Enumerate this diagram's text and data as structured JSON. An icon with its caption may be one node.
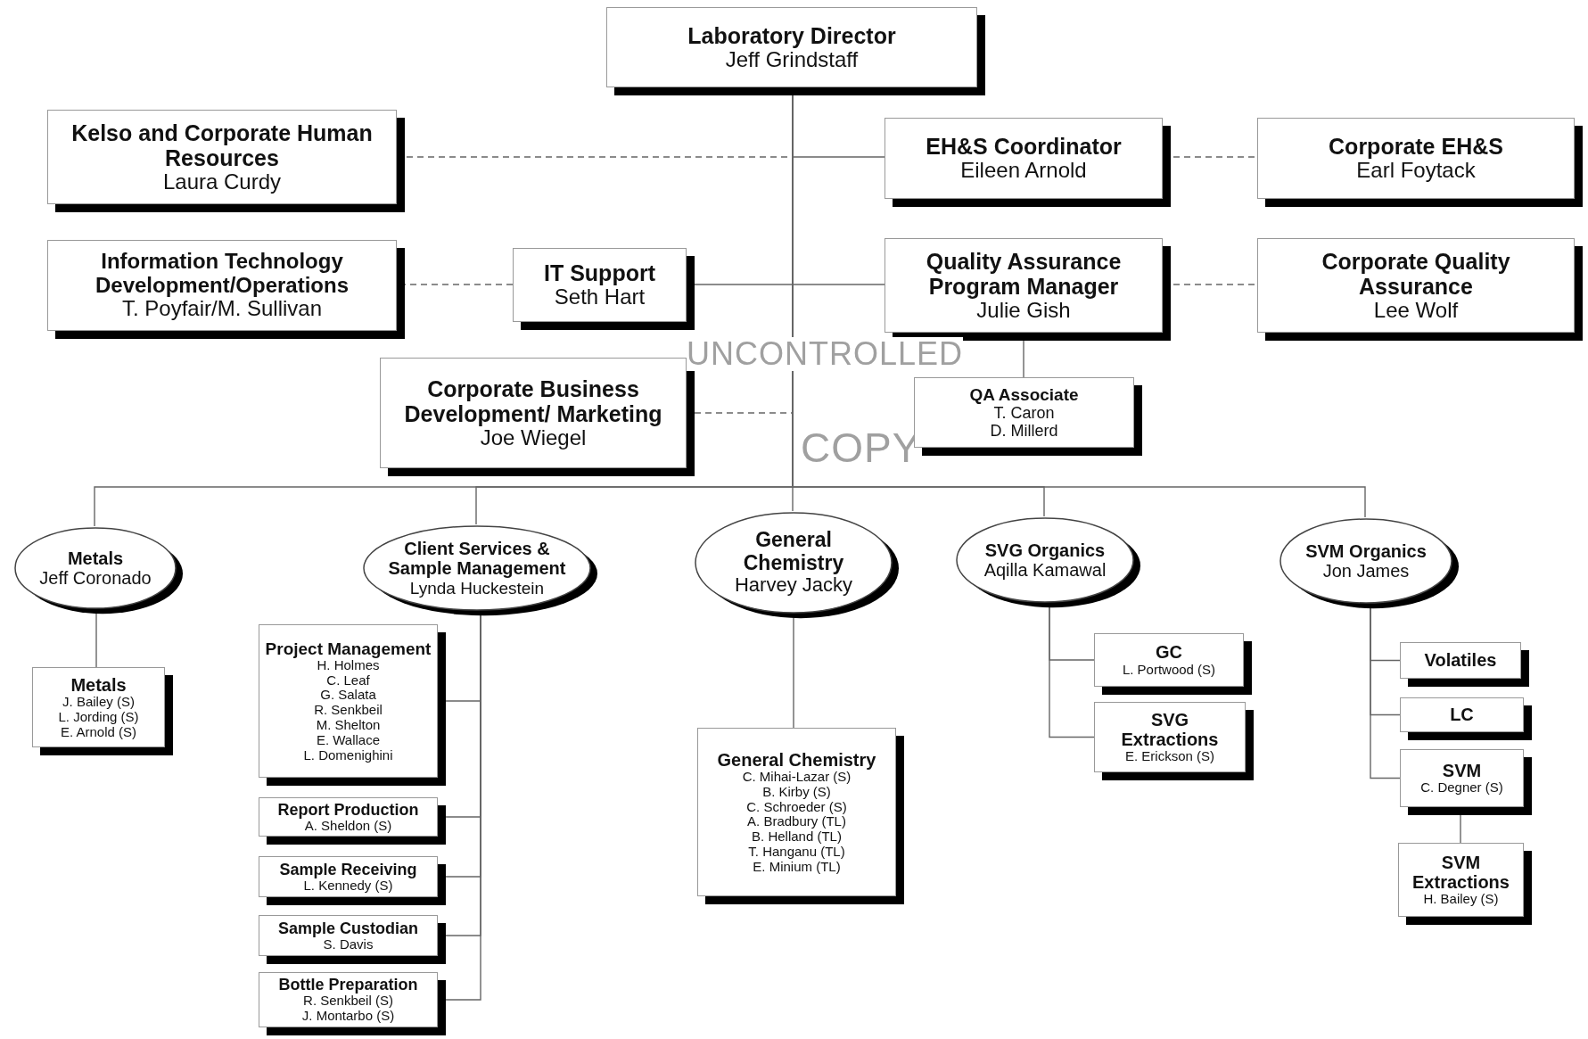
{
  "diagram": {
    "nodes": [
      {
        "text": [
          "Laboratory Director",
          "Jeff Grindstaff"
        ]
      },
      {
        "text": [
          "Kelso and Corporate Human Resources",
          "Laura Curdy"
        ]
      },
      {
        "text": [
          "EH&S Coordinator",
          "Eileen Arnold"
        ]
      },
      {
        "text": [
          "Corporate EH&S",
          "Earl Foytack"
        ]
      },
      {
        "text": [
          "Information Technology Development/Operations",
          "T. Poyfair/M. Sullivan"
        ]
      },
      {
        "text": [
          "IT Support",
          "Seth Hart"
        ]
      },
      {
        "text": [
          "Quality Assurance Program Manager",
          "Julie Gish"
        ]
      },
      {
        "text": [
          "Corporate Quality Assurance",
          "Lee Wolf"
        ]
      },
      {
        "text": [
          "Corporate Business Development/ Marketing",
          "Joe Wiegel"
        ]
      },
      {
        "text": [
          "QA Associate",
          "T. Caron",
          "D. Millerd"
        ]
      },
      {
        "text": [
          "Metals",
          "Jeff Coronado"
        ]
      },
      {
        "text": [
          "Client Services & Sample Management",
          "Lynda Huckestein"
        ]
      },
      {
        "text": [
          "General Chemistry",
          "Harvey Jacky"
        ]
      },
      {
        "text": [
          "SVG Organics",
          "Aqilla Kamawal"
        ]
      },
      {
        "text": [
          "SVM Organics",
          "Jon James"
        ]
      },
      {
        "text": [
          "Metals",
          "J. Bailey (S)",
          "L. Jording (S)",
          "E. Arnold (S)"
        ]
      },
      {
        "text": [
          "Project Management",
          "H. Holmes",
          "C. Leaf",
          "G. Salata",
          "R. Senkbeil",
          "M. Shelton",
          "E. Wallace",
          "L. Domenighini"
        ]
      },
      {
        "text": [
          "Report Production",
          "A. Sheldon (S)"
        ]
      },
      {
        "text": [
          "Sample Receiving",
          "L. Kennedy (S)"
        ]
      },
      {
        "text": [
          "Sample Custodian",
          "S. Davis"
        ]
      },
      {
        "text": [
          "Bottle Preparation",
          "R. Senkbeil (S)",
          "J. Montarbo (S)"
        ]
      },
      {
        "text": [
          "General Chemistry",
          "C. Mihai-Lazar (S)",
          "B. Kirby (S)",
          "C. Schroeder (S)",
          "A. Bradbury (TL)",
          "B. Helland (TL)",
          "T. Hanganu (TL)",
          "E. Minium (TL)"
        ]
      },
      {
        "text": [
          "GC",
          "L. Portwood (S)"
        ]
      },
      {
        "text": [
          "SVG Extractions",
          "E. Erickson (S)"
        ]
      },
      {
        "text": [
          "Volatiles"
        ]
      },
      {
        "text": [
          "LC"
        ]
      },
      {
        "text": [
          "SVM",
          "C. Degner (S)"
        ]
      },
      {
        "text": [
          "SVM Extractions",
          "H. Bailey (S)"
        ]
      }
    ],
    "edges": [
      {
        "from": 0,
        "to": 1,
        "arrow": "none",
        "style": "dashed"
      },
      {
        "from": 0,
        "to": 2,
        "arrow": "none"
      },
      {
        "from": 2,
        "to": 3,
        "arrow": "none",
        "style": "dashed"
      },
      {
        "from": 0,
        "to": 5,
        "arrow": "none"
      },
      {
        "from": 5,
        "to": 4,
        "arrow": "none",
        "style": "dashed"
      },
      {
        "from": 0,
        "to": 6,
        "arrow": "none"
      },
      {
        "from": 6,
        "to": 7,
        "arrow": "none",
        "style": "dashed"
      },
      {
        "from": 6,
        "to": 9,
        "arrow": "none"
      },
      {
        "from": 0,
        "to": 8,
        "arrow": "none",
        "style": "dashed"
      },
      {
        "from": 0,
        "to": 10,
        "arrow": "none"
      },
      {
        "from": 0,
        "to": 11,
        "arrow": "none"
      },
      {
        "from": 0,
        "to": 12,
        "arrow": "none"
      },
      {
        "from": 0,
        "to": 13,
        "arrow": "none"
      },
      {
        "from": 0,
        "to": 14,
        "arrow": "none"
      },
      {
        "from": 10,
        "to": 15,
        "arrow": "none"
      },
      {
        "from": 11,
        "to": 16,
        "arrow": "none"
      },
      {
        "from": 11,
        "to": 17,
        "arrow": "none"
      },
      {
        "from": 11,
        "to": 18,
        "arrow": "none"
      },
      {
        "from": 11,
        "to": 19,
        "arrow": "none"
      },
      {
        "from": 11,
        "to": 20,
        "arrow": "none"
      },
      {
        "from": 12,
        "to": 21,
        "arrow": "none"
      },
      {
        "from": 13,
        "to": 22,
        "arrow": "none"
      },
      {
        "from": 13,
        "to": 23,
        "arrow": "none"
      },
      {
        "from": 14,
        "to": 24,
        "arrow": "none"
      },
      {
        "from": 14,
        "to": 25,
        "arrow": "none"
      },
      {
        "from": 14,
        "to": 26,
        "arrow": "none"
      },
      {
        "from": 26,
        "to": 27,
        "arrow": "none"
      }
    ],
    "labels": [
      "UNCONTROLLED",
      "COPY"
    ]
  }
}
